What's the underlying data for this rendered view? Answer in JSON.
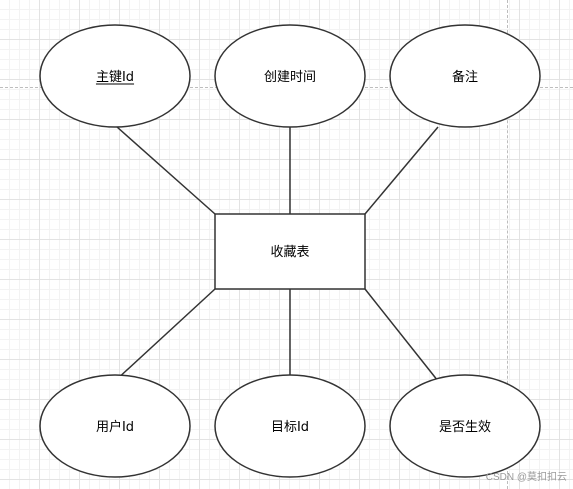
{
  "diagram": {
    "entity": {
      "label": "收藏表"
    },
    "attributes": {
      "primary_key": {
        "label": "主键Id",
        "is_key": true
      },
      "created_time": {
        "label": "创建时间"
      },
      "remark": {
        "label": "备注"
      },
      "user_id": {
        "label": "用户Id"
      },
      "target_id": {
        "label": "目标Id"
      },
      "is_active": {
        "label": "是否生效"
      }
    }
  },
  "watermark": {
    "text": "CSDN @莫扣扣云"
  },
  "colors": {
    "stroke": "#333333",
    "fill": "#ffffff",
    "text": "#000000"
  }
}
